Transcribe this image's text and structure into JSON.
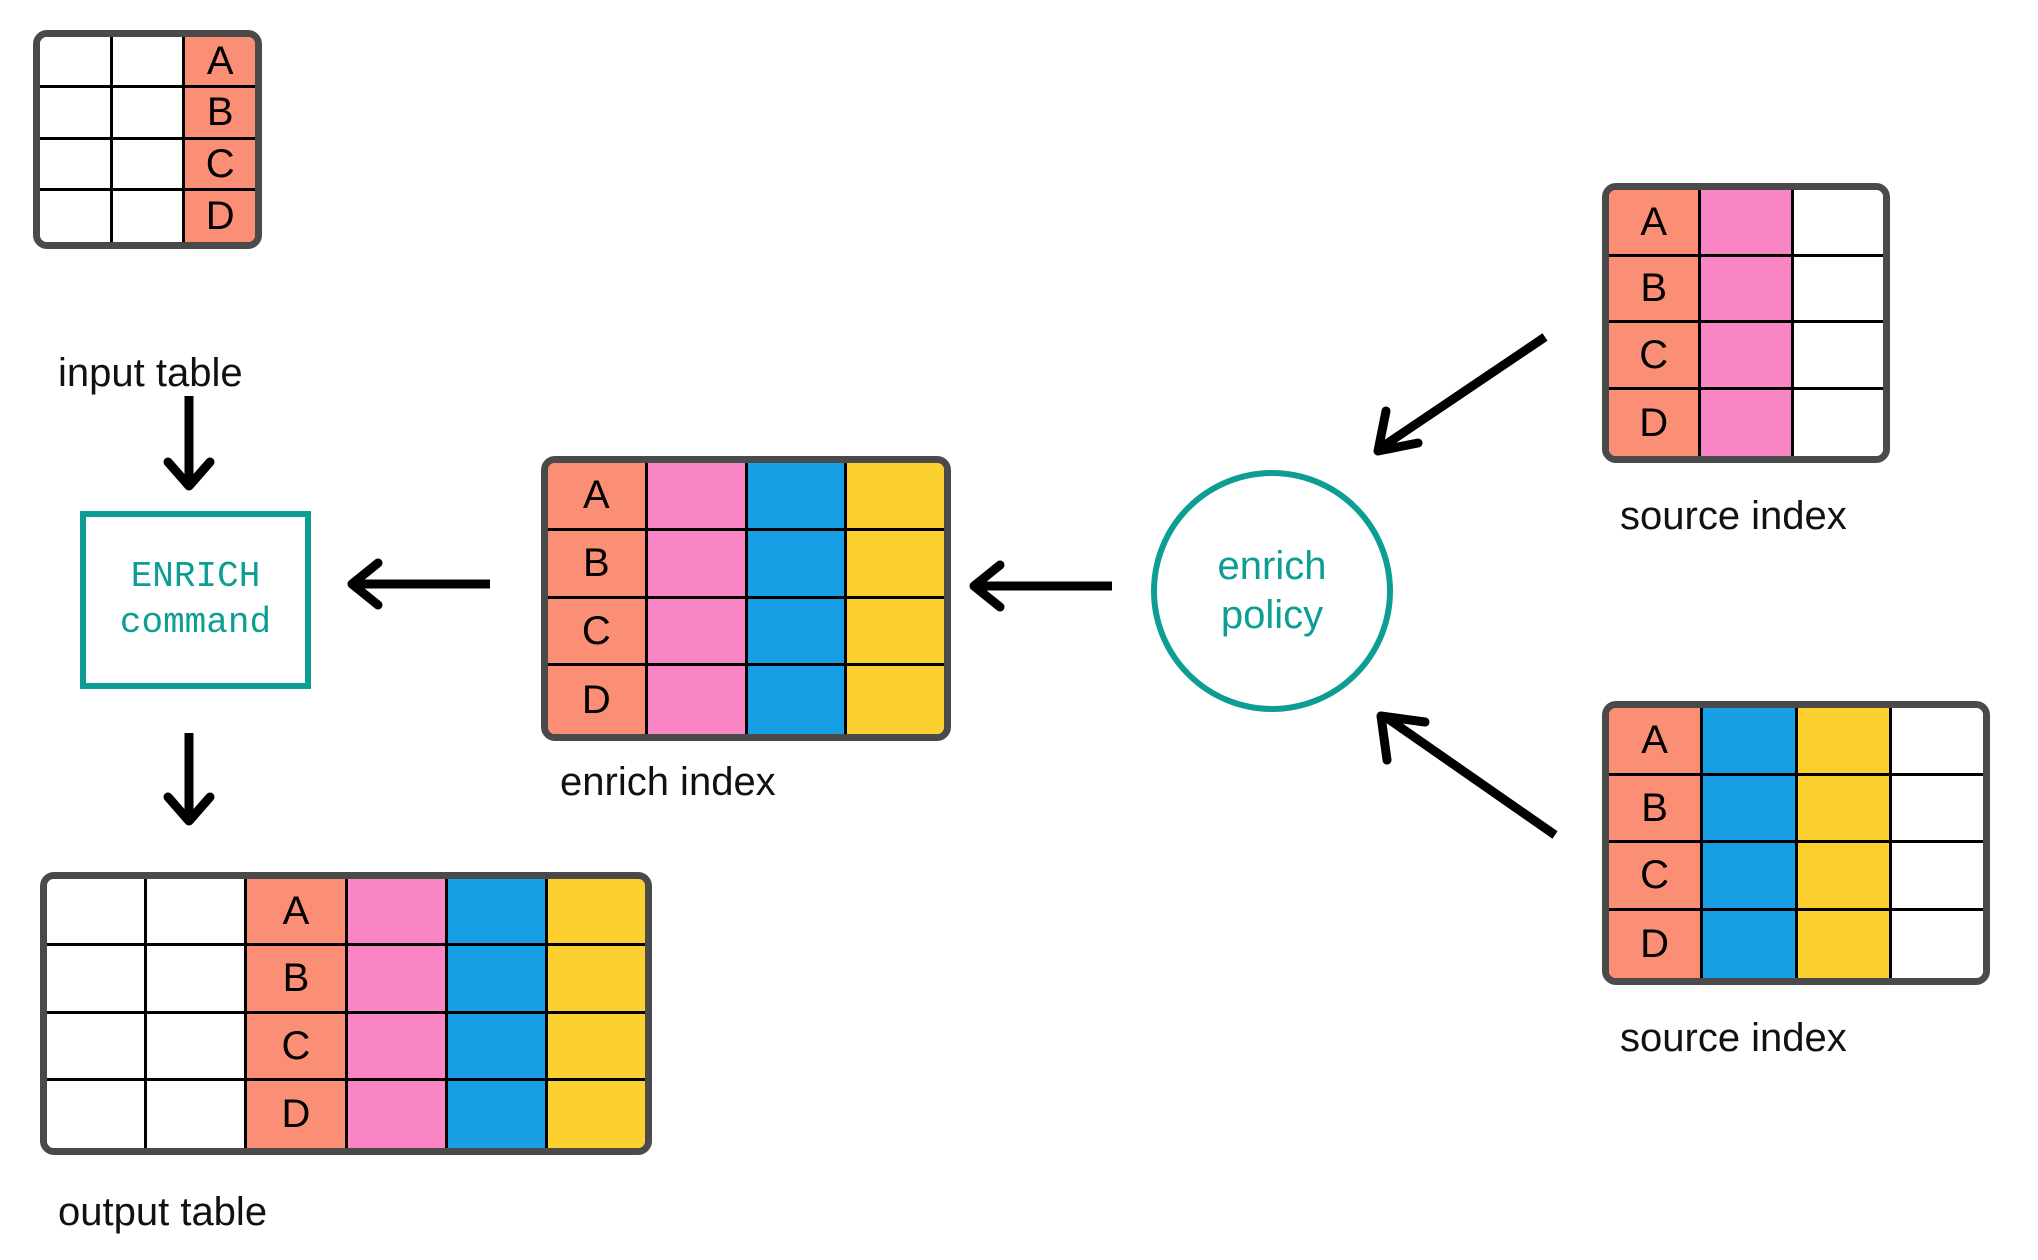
{
  "palette": {
    "salmon": "#fb8f75",
    "pink": "#f985c4",
    "blue": "#169fe5",
    "yellow": "#fcd02f",
    "white": "#ffffff",
    "table_border": "#4a4a4a",
    "cell_border": "#000000",
    "teal": "#0c9e93",
    "arrow": "#000000",
    "text": "#111111"
  },
  "input_table": {
    "caption": "input table",
    "columns": [
      "white",
      "white",
      "salmon"
    ],
    "rows": [
      [
        "",
        "",
        "A"
      ],
      [
        "",
        "",
        "B"
      ],
      [
        "",
        "",
        "C"
      ],
      [
        "",
        "",
        "D"
      ]
    ]
  },
  "enrich_command": {
    "line1": "ENRICH",
    "line2": "command"
  },
  "enrich_index": {
    "caption": "enrich index",
    "columns": [
      "salmon",
      "pink",
      "blue",
      "yellow"
    ],
    "rows": [
      [
        "A",
        "",
        "",
        ""
      ],
      [
        "B",
        "",
        "",
        ""
      ],
      [
        "C",
        "",
        "",
        ""
      ],
      [
        "D",
        "",
        "",
        ""
      ]
    ]
  },
  "enrich_policy": {
    "line1": "enrich",
    "line2": "policy"
  },
  "source_index_top": {
    "caption": "source index",
    "columns": [
      "salmon",
      "pink",
      "white"
    ],
    "rows": [
      [
        "A",
        "",
        ""
      ],
      [
        "B",
        "",
        ""
      ],
      [
        "C",
        "",
        ""
      ],
      [
        "D",
        "",
        ""
      ]
    ]
  },
  "source_index_bottom": {
    "caption": "source index",
    "columns": [
      "salmon",
      "blue",
      "yellow",
      "white"
    ],
    "rows": [
      [
        "A",
        "",
        "",
        ""
      ],
      [
        "B",
        "",
        "",
        ""
      ],
      [
        "C",
        "",
        "",
        ""
      ],
      [
        "D",
        "",
        "",
        ""
      ]
    ]
  },
  "output_table": {
    "caption": "output table",
    "columns": [
      "white",
      "white",
      "salmon",
      "pink",
      "blue",
      "yellow"
    ],
    "rows": [
      [
        "",
        "",
        "A",
        "",
        "",
        ""
      ],
      [
        "",
        "",
        "B",
        "",
        "",
        ""
      ],
      [
        "",
        "",
        "C",
        "",
        "",
        ""
      ],
      [
        "",
        "",
        "D",
        "",
        "",
        ""
      ]
    ]
  },
  "arrows": [
    {
      "name": "arrow-input-to-command",
      "direction": "down"
    },
    {
      "name": "arrow-command-to-output",
      "direction": "down"
    },
    {
      "name": "arrow-enrich-index-to-command",
      "direction": "left"
    },
    {
      "name": "arrow-policy-to-enrich-index",
      "direction": "left"
    },
    {
      "name": "arrow-source-top-to-policy",
      "direction": "down-left"
    },
    {
      "name": "arrow-source-bottom-to-policy",
      "direction": "up-left"
    }
  ]
}
